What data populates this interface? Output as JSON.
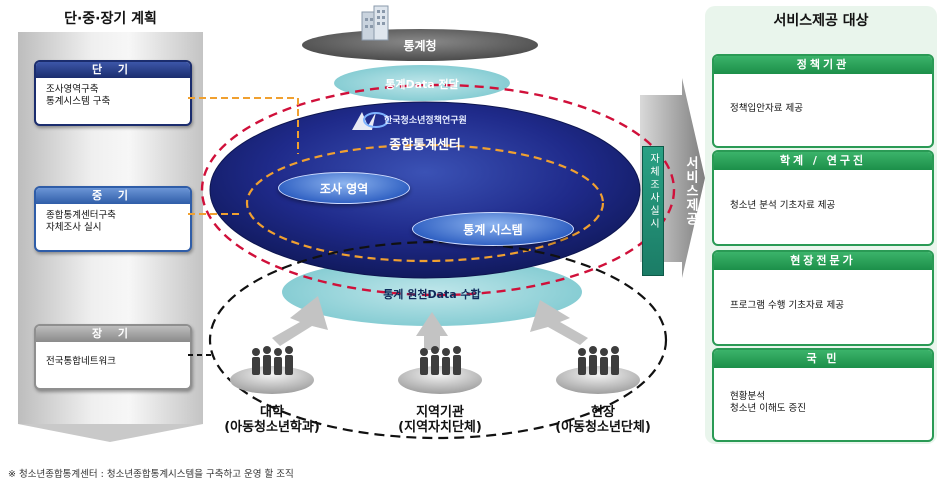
{
  "left_column": {
    "title": "단·중·장기 계획",
    "phases": [
      {
        "label": "단 기",
        "body": "조사영역구축\n통계시스템 구축"
      },
      {
        "label": "중 기",
        "body": "종합통계센터구축\n자체조사 실시"
      },
      {
        "label": "장 기",
        "body": "전국통합네트워크"
      }
    ]
  },
  "center": {
    "top_ellipse": "통계청",
    "transfer_label": "통계Data 전달",
    "org_logo_text": "한국청소년정책연구원",
    "center_title": "종합통계센터",
    "survey_area": "조사 영역",
    "stats_system": "통계 시스템",
    "collection_label": "통계 원천Data 수합",
    "self_survey_bar": "자체조사실시",
    "service_arrow": "서비스제공",
    "groups": [
      {
        "name": "대학",
        "sub": "(아동청소년학과)"
      },
      {
        "name": "지역기관",
        "sub": "(지역자치단체)"
      },
      {
        "name": "현장",
        "sub": "(아동청소년단체)"
      }
    ]
  },
  "right_column": {
    "title": "서비스제공 대상",
    "targets": [
      {
        "label": "정책기관",
        "body": "정책입안자료 제공"
      },
      {
        "label": "학계 / 연구진",
        "body": "청소년 분석 기초자료 제공"
      },
      {
        "label": "현장전문가",
        "body": "프로그램 수행 기초자료 제공"
      },
      {
        "label": "국 민",
        "body": "현황분석\n청소년 이해도 증진"
      }
    ]
  },
  "footnote": "※ 청소년종합통계센터 : 청소년종합통계시스템을 구축하고 운영 할 조직",
  "colors": {
    "navy": "#1b2d6e",
    "green": "#1c8f49",
    "teal": "#2a8f78",
    "red_dash": "#d0103a",
    "orange_dash": "#f0a030"
  }
}
